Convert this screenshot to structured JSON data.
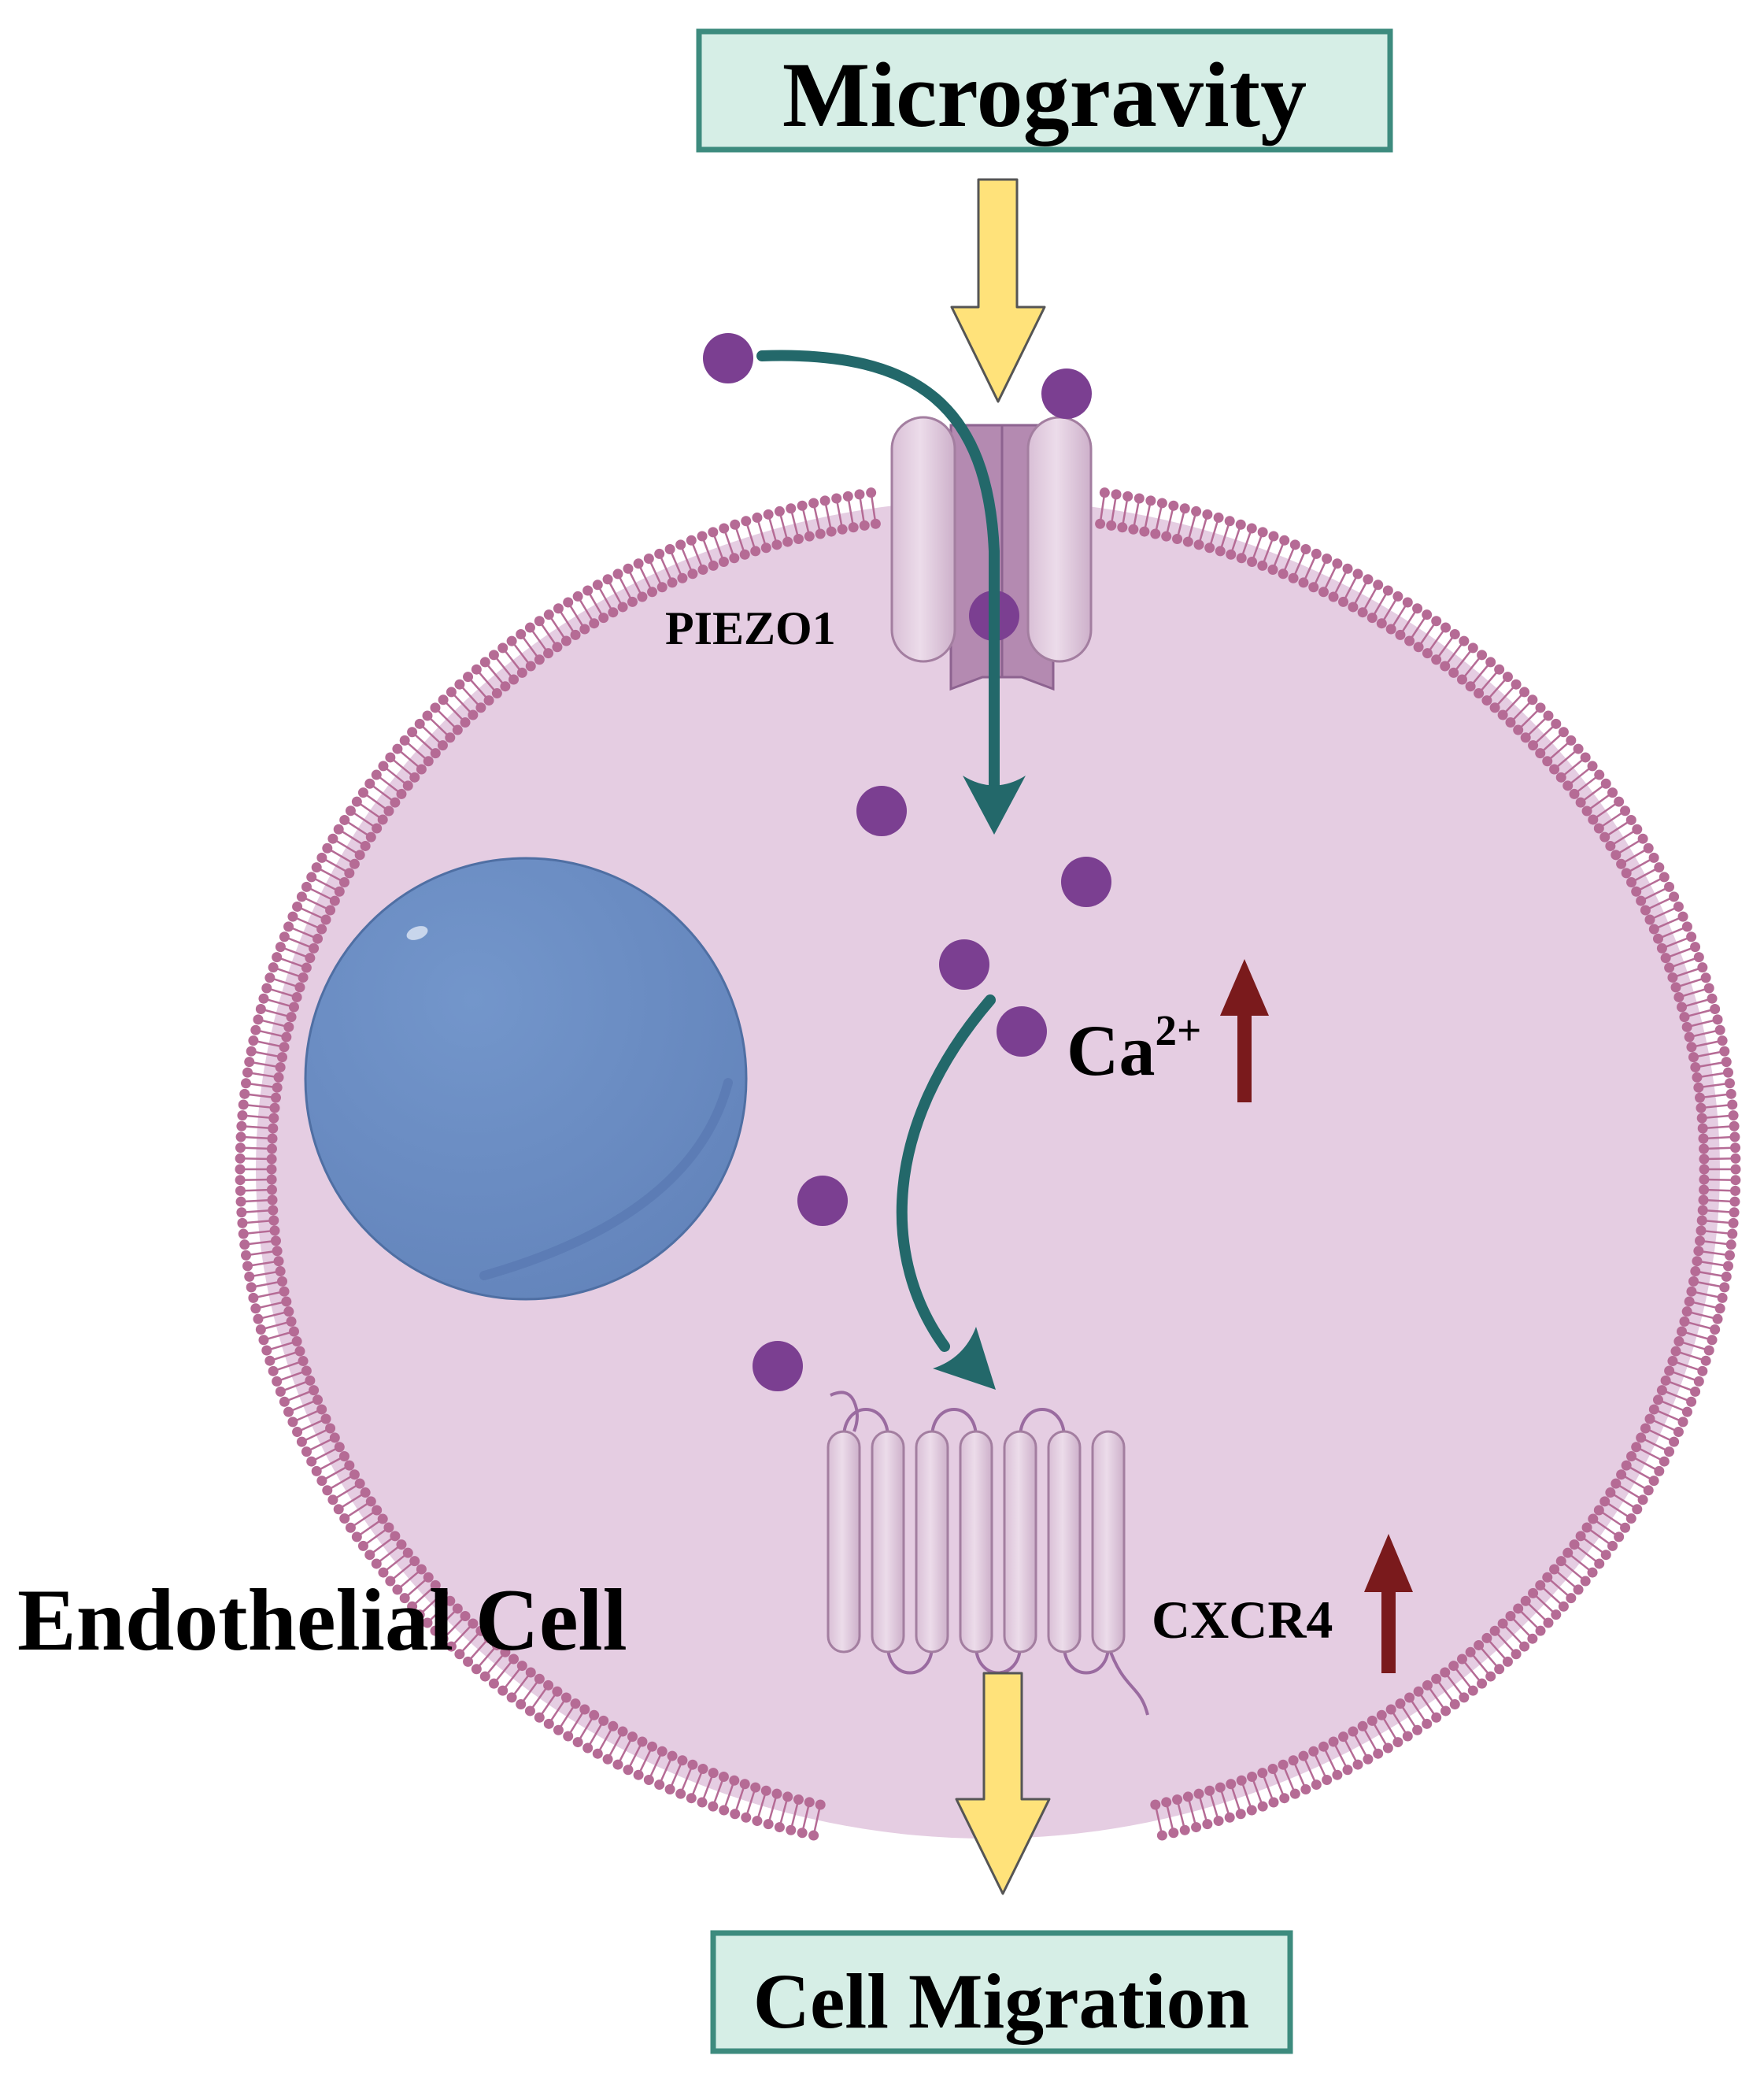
{
  "top_box": {
    "label": "Microgravity"
  },
  "bottom_box": {
    "label": "Cell Migration"
  },
  "channel": {
    "label": "PIEZO1"
  },
  "ion": {
    "base": "Ca",
    "superscript": "2+"
  },
  "receptor": {
    "label": "CXCR4"
  },
  "cell": {
    "label": "Endothelial Cell"
  },
  "icons": {
    "down_arrow": "yellow-down-arrow-icon",
    "increase_arrow": "red-up-arrow-icon",
    "flow_arrow": "teal-curved-arrow-icon",
    "ion_dot": "calcium-ion-icon"
  },
  "colors": {
    "box_fill": "#d6eee6",
    "box_border": "#3d8b7e",
    "cytoplasm": "#e5cde2",
    "membrane": "#b56b95",
    "nucleus": "#6b8cc2",
    "ion": "#7b3f91",
    "flow_arrow": "#23686a",
    "yellow_arrow": "#ffe27a",
    "increase_arrow": "#7a1a1c"
  }
}
